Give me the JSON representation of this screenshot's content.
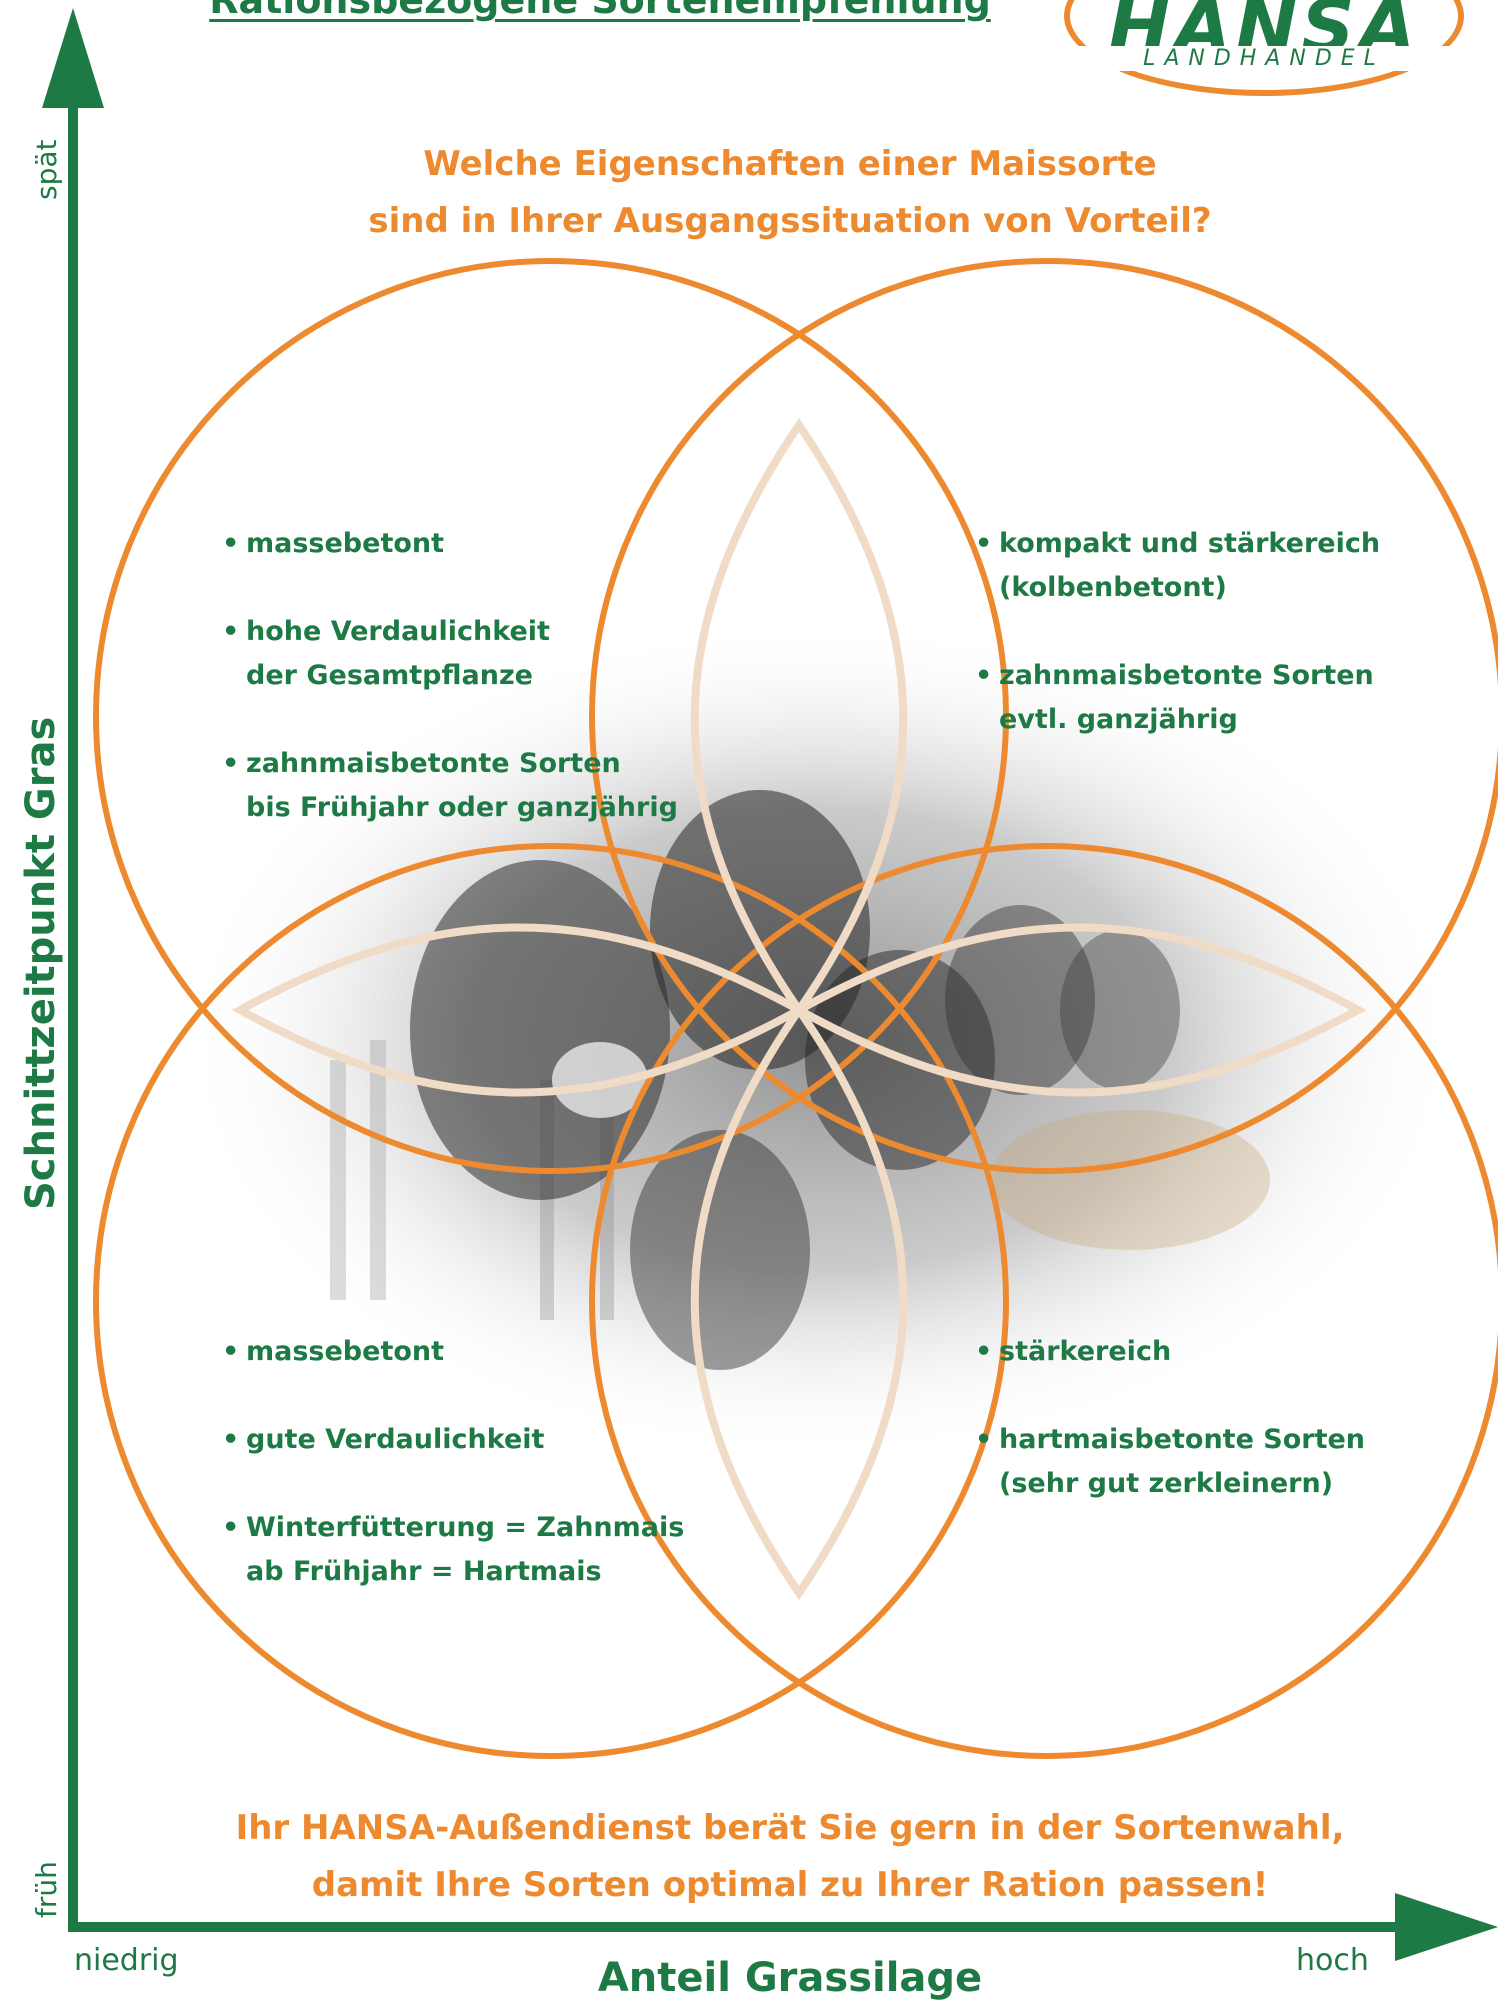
{
  "header": {
    "title": "Rationsbezogene Sortenempfehlung",
    "logo_name": "HANSA",
    "logo_subtitle": "LANDHANDEL"
  },
  "question": {
    "line1": "Welche Eigenschaften einer Maissorte",
    "line2": "sind in Ihrer Ausgangssituation von Vorteil?"
  },
  "quadrants": {
    "top_left": [
      "massebetont",
      "hohe Verdaulichkeit\nder Gesamtpflanze",
      "zahnmaisbetonte Sorten\nbis Frühjahr oder ganzjährig"
    ],
    "top_right": [
      "kompakt und stärkereich\n(kolbenbetont)",
      "zahnmaisbetonte Sorten\nevtl. ganzjährig"
    ],
    "bottom_left": [
      "massebetont",
      "gute Verdaulichkeit",
      "Winterfütterung = Zahnmais\nab Frühjahr = Hartmais"
    ],
    "bottom_right": [
      "stärkereich",
      "hartmaisbetonte Sorten\n(sehr gut zerkleinern)"
    ]
  },
  "axes": {
    "y_title": "Schnittzeitpunkt Gras",
    "y_low": "früh",
    "y_high": "spät",
    "x_title": "Anteil Grassilage",
    "x_low": "niedrig",
    "x_high": "hoch"
  },
  "footer": {
    "line1": "Ihr HANSA-Außendienst berät Sie gern in der Sortenwahl,",
    "line2": "damit Ihre Sorten optimal zu Ihrer Ration passen!"
  },
  "colors": {
    "green": "#1e7a45",
    "orange": "#ed8a2f",
    "beige": "#f0dcc6"
  }
}
